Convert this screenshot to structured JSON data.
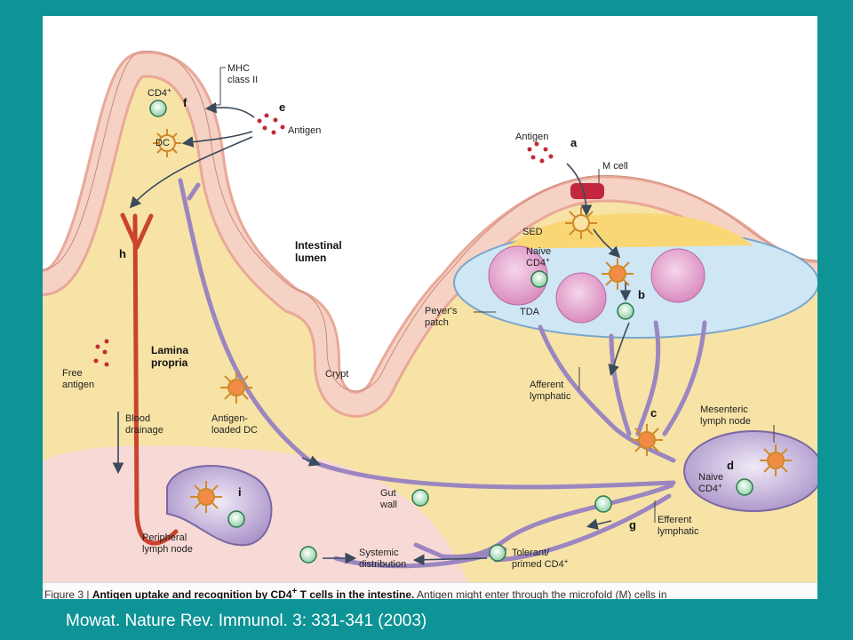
{
  "labels": {
    "mhc": [
      "MHC",
      "class II"
    ],
    "cd4_villus": "CD4",
    "cd4_sup": "+",
    "dc": "DC",
    "antigen_e": "Antigen",
    "antigen_a": "Antigen",
    "m_cell": "M cell",
    "sed": "SED",
    "naive_pp": [
      "Naive",
      "CD4"
    ],
    "tda": "TDA",
    "peyers": [
      "Peyer's",
      "patch"
    ],
    "lumen": [
      "Intestinal",
      "lumen"
    ],
    "crypt": "Crypt",
    "lamina": [
      "Lamina",
      "propria"
    ],
    "free_antigen": [
      "Free",
      "antigen"
    ],
    "blood": [
      "Blood",
      "drainage"
    ],
    "loaded_dc": [
      "Antigen-",
      "loaded DC"
    ],
    "afferent": [
      "Afferent",
      "lymphatic"
    ],
    "mesenteric": [
      "Mesenteric",
      "lymph node"
    ],
    "naive_mln": [
      "Naive",
      "CD4"
    ],
    "efferent": [
      "Efferent",
      "lymphatic"
    ],
    "gut_wall": [
      "Gut",
      "wall"
    ],
    "peripheral": [
      "Peripheral",
      "lymph node"
    ],
    "systemic": [
      "Systemic",
      "distribution"
    ],
    "tolerant": [
      "Tolerant/",
      "primed CD4"
    ]
  },
  "steps": {
    "a": "a",
    "b": "b",
    "c": "c",
    "d": "d",
    "e": "e",
    "f": "f",
    "g": "g",
    "h": "h",
    "i": "i"
  },
  "caption": {
    "prefix": "Figure 3 | ",
    "bold": "Antigen uptake and recognition by CD4",
    "bold_sup": "+",
    "bold_end": " T cells in the intestine.",
    "rest": " Antigen might enter through the microfold (M) cells in"
  },
  "citation": "Mowat. Nature Rev. Immunol. 3: 331-341 (2003)",
  "colors": {
    "background": "#0e9396",
    "tissue": "#f7e3a6",
    "epithelium": "#f2c3b3",
    "lymph": "#9b86c0",
    "blood": "#c9432f",
    "node": "#c9b7dc",
    "follicle": "#e2a8d0"
  }
}
